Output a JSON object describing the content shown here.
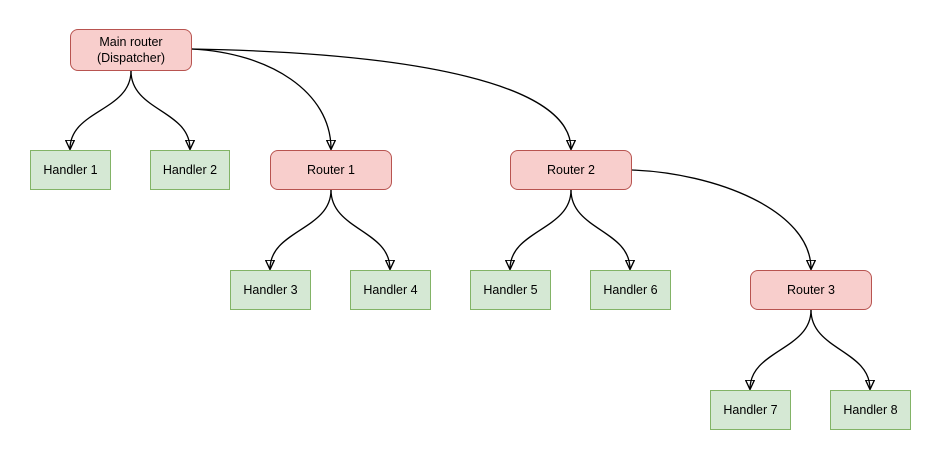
{
  "diagram": {
    "colors": {
      "background": "#ffffff",
      "router_fill": "#f8cecc",
      "router_border": "#b85450",
      "handler_fill": "#d5e8d4",
      "handler_border": "#82b366",
      "edge_stroke": "#000000",
      "text": "#000000"
    },
    "nodes": {
      "main_router": {
        "kind": "router",
        "label_line1": "Main router",
        "label_line2": "(Dispatcher)"
      },
      "router_1": {
        "kind": "router",
        "label": "Router 1"
      },
      "router_2": {
        "kind": "router",
        "label": "Router 2"
      },
      "router_3": {
        "kind": "router",
        "label": "Router 3"
      },
      "handler_1": {
        "kind": "handler",
        "label": "Handler 1"
      },
      "handler_2": {
        "kind": "handler",
        "label": "Handler 2"
      },
      "handler_3": {
        "kind": "handler",
        "label": "Handler 3"
      },
      "handler_4": {
        "kind": "handler",
        "label": "Handler 4"
      },
      "handler_5": {
        "kind": "handler",
        "label": "Handler 5"
      },
      "handler_6": {
        "kind": "handler",
        "label": "Handler 6"
      },
      "handler_7": {
        "kind": "handler",
        "label": "Handler 7"
      },
      "handler_8": {
        "kind": "handler",
        "label": "Handler 8"
      }
    },
    "edges": [
      {
        "from": "main_router",
        "to": "handler_1"
      },
      {
        "from": "main_router",
        "to": "handler_2"
      },
      {
        "from": "main_router",
        "to": "router_1"
      },
      {
        "from": "main_router",
        "to": "router_2"
      },
      {
        "from": "router_1",
        "to": "handler_3"
      },
      {
        "from": "router_1",
        "to": "handler_4"
      },
      {
        "from": "router_2",
        "to": "handler_5"
      },
      {
        "from": "router_2",
        "to": "handler_6"
      },
      {
        "from": "router_2",
        "to": "router_3"
      },
      {
        "from": "router_3",
        "to": "handler_7"
      },
      {
        "from": "router_3",
        "to": "handler_8"
      }
    ]
  }
}
